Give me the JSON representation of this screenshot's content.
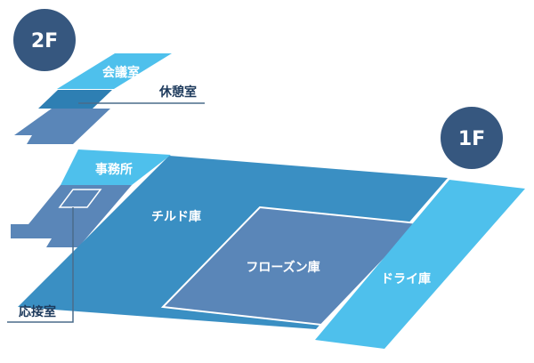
{
  "colors": {
    "badge": "#36577f",
    "light_room": "#4ec0ec",
    "mid_room": "#3a8fc3",
    "dark_room": "#5a86b8",
    "leader_line": "#4a6b8a",
    "callout_text": "#1d3a5c"
  },
  "floors": {
    "second": {
      "badge": "2F",
      "rooms": {
        "meeting_room": "会議室",
        "break_room": "休憩室"
      }
    },
    "first": {
      "badge": "1F",
      "rooms": {
        "office": "事務所",
        "reception_room": "応接室",
        "chilled_storage": "チルド庫",
        "frozen_storage": "フローズン庫",
        "dry_storage": "ドライ庫"
      }
    }
  }
}
